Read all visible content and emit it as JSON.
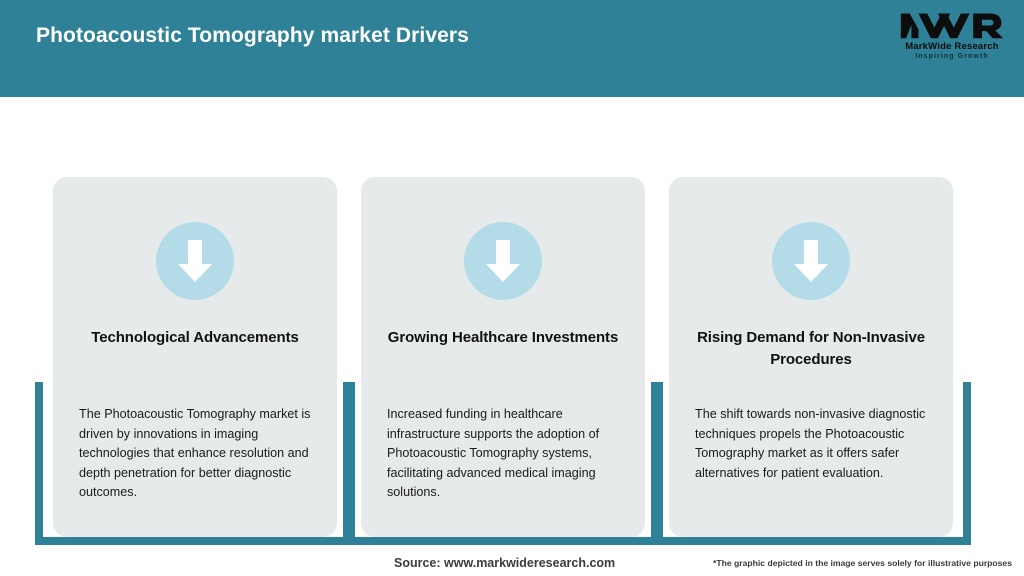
{
  "header": {
    "title": "Photoacoustic Tomography market Drivers",
    "background_color": "#2E8196",
    "title_color": "#FFFFFF"
  },
  "logo": {
    "mark": "MWR",
    "name": "MarkWide Research",
    "tagline": "Inspiring Growth"
  },
  "cards": [
    {
      "icon": "down-arrow-icon",
      "title": "Technological Advancements",
      "body": "The Photoacoustic Tomography market is driven by innovations in imaging technologies that enhance resolution and depth penetration for better diagnostic outcomes."
    },
    {
      "icon": "down-arrow-icon",
      "title": "Growing Healthcare Investments",
      "body": "Increased funding in healthcare infrastructure supports the adoption of Photoacoustic Tomography systems, facilitating advanced medical imaging solutions."
    },
    {
      "icon": "down-arrow-icon",
      "title": "Rising Demand for Non-Invasive Procedures",
      "body": "The shift towards non-invasive diagnostic techniques propels the Photoacoustic Tomography market as it offers safer alternatives for patient evaluation."
    }
  ],
  "footer": {
    "source": "Source: www.markwideresearch.com",
    "disclaimer": "*The graphic depicted in the image serves solely for illustrative purposes"
  },
  "theme": {
    "accent_teal": "#2E8196",
    "card_gray": "#E6EAEB",
    "icon_circle_blue": "#B3DCE8",
    "arrow_white": "#FFFFFF"
  }
}
